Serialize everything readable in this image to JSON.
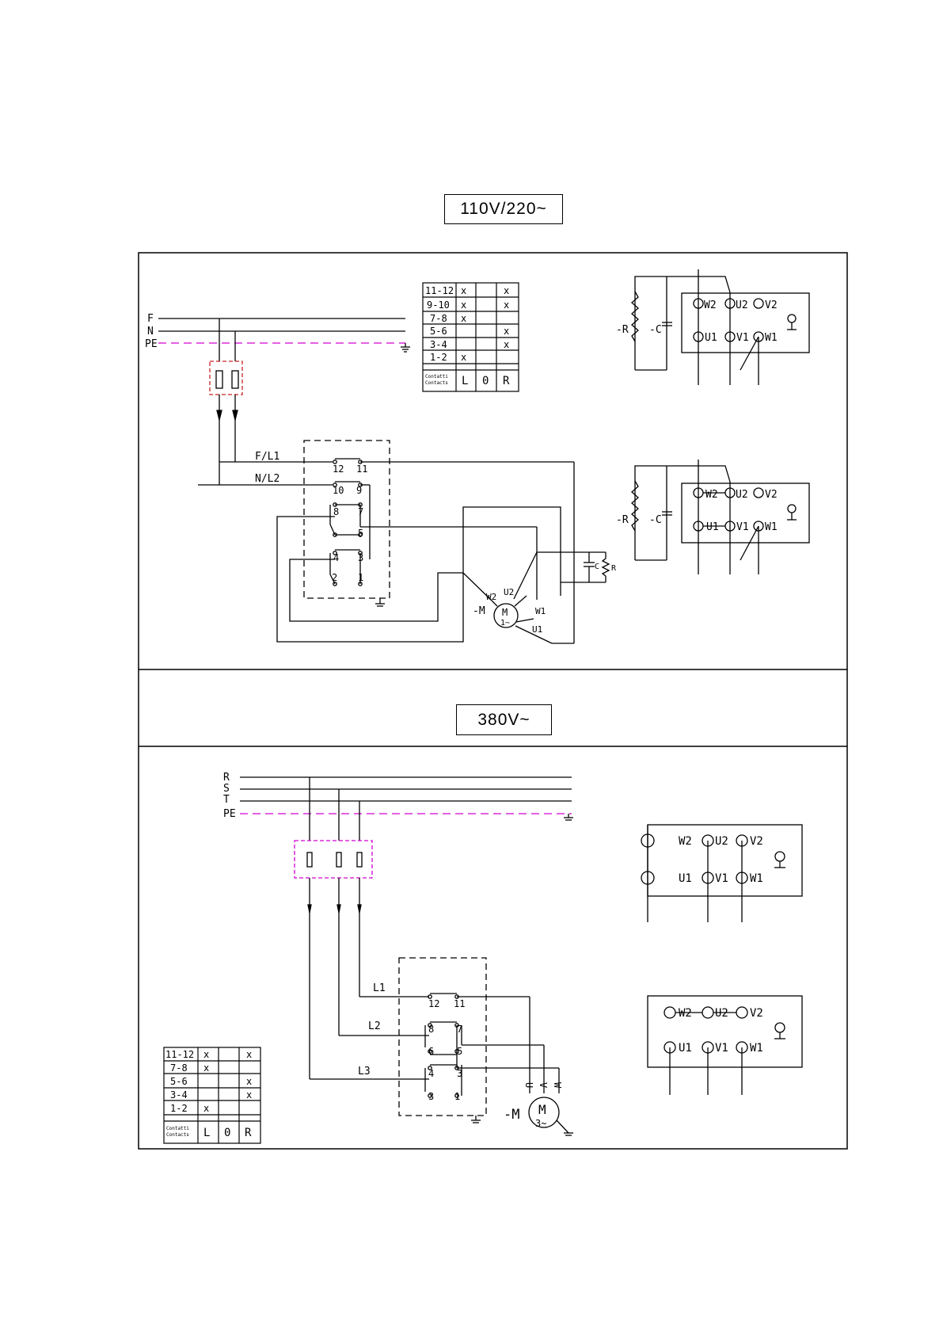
{
  "section1": {
    "title": "110V/220~",
    "lines": [
      "F",
      "N",
      "PE"
    ],
    "table": {
      "rows": [
        {
          "contact": "11-12",
          "L": "x",
          "O": "",
          "R": "x"
        },
        {
          "contact": "9-10",
          "L": "x",
          "O": "",
          "R": "x"
        },
        {
          "contact": "7-8",
          "L": "x",
          "O": "",
          "R": ""
        },
        {
          "contact": "5-6",
          "L": "",
          "O": "",
          "R": "x"
        },
        {
          "contact": "3-4",
          "L": "",
          "O": "",
          "R": "x"
        },
        {
          "contact": "1-2",
          "L": "x",
          "O": "",
          "R": ""
        }
      ],
      "footer": {
        "label1": "Contatti",
        "label2": "Contacts",
        "L": "L",
        "O": "0",
        "R": "R"
      }
    },
    "wire_labels": {
      "fl1": "F/L1",
      "nl2": "N/L2"
    },
    "switch_numbers": {
      "n12": "12",
      "n11": "11",
      "n10": "10",
      "n9": "9",
      "n8": "8",
      "n7": "7",
      "n6": "6",
      "n5": "5",
      "n4": "4",
      "n3": "3",
      "n2": "2",
      "n1": "1"
    },
    "motor": {
      "ref": "-M",
      "symbol": "M",
      "type": "1~",
      "w2": "W2",
      "u2": "U2",
      "w1": "W1",
      "u1": "U1"
    },
    "cap_ref": "C",
    "res_ref": "R",
    "terminal_block": {
      "r": "-R",
      "c": "-C",
      "w2": "W2",
      "u2": "U2",
      "v2": "V2",
      "u1": "U1",
      "v1": "V1",
      "w1": "W1"
    }
  },
  "section2": {
    "title": "380V~",
    "lines": [
      "R",
      "S",
      "T",
      "PE"
    ],
    "wire_labels": {
      "l1": "L1",
      "l2": "L2",
      "l3": "L3"
    },
    "switch_numbers": {
      "n12": "12",
      "n11": "11",
      "n8": "8",
      "n7": "7",
      "n6": "6",
      "n5": "5",
      "n4": "4",
      "n3": "3",
      "n3b": "3",
      "n1": "1"
    },
    "motor": {
      "ref": "-M",
      "symbol": "M",
      "type": "3~",
      "u": "U",
      "v": "V",
      "w": "W"
    },
    "table": {
      "rows": [
        {
          "contact": "11-12",
          "L": "x",
          "O": "",
          "R": "x"
        },
        {
          "contact": "7-8",
          "L": "x",
          "O": "",
          "R": ""
        },
        {
          "contact": "5-6",
          "L": "",
          "O": "",
          "R": "x"
        },
        {
          "contact": "3-4",
          "L": "",
          "O": "",
          "R": "x"
        },
        {
          "contact": "1-2",
          "L": "x",
          "O": "",
          "R": ""
        }
      ],
      "footer": {
        "label1": "Contatti",
        "label2": "Contacts",
        "L": "L",
        "O": "0",
        "R": "R"
      }
    },
    "terminal_block": {
      "w2": "W2",
      "u2": "U2",
      "v2": "V2",
      "u1": "U1",
      "v1": "V1",
      "w1": "W1"
    }
  },
  "colors": {
    "pe_line": "#d400d4",
    "fuse_box": "#cc2222",
    "fuse_box_3ph": "#d400d4",
    "ink": "#000000"
  }
}
